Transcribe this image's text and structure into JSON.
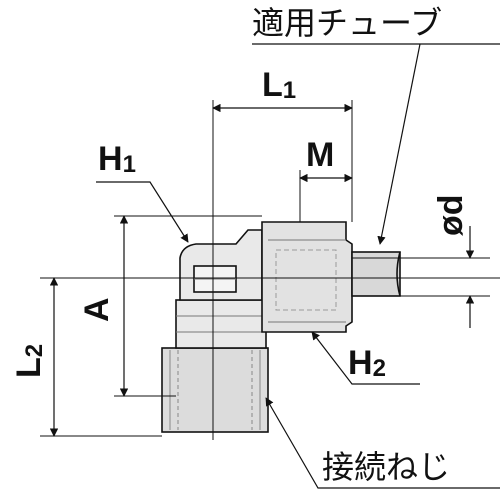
{
  "labels": {
    "tube": "適用チューブ",
    "l1_main": "L",
    "l1_sub": "1",
    "m": "M",
    "h1_main": "H",
    "h1_sub": "1",
    "phi_d": "ød",
    "a": "A",
    "l2_main": "L",
    "l2_sub": "2",
    "h2_main": "H",
    "h2_sub": "2",
    "thread": "接続ねじ"
  },
  "colors": {
    "line": "#111111",
    "body": "#e9e9e9",
    "body_shade": "#c8c8c8",
    "thread": "#9a9a9a"
  }
}
